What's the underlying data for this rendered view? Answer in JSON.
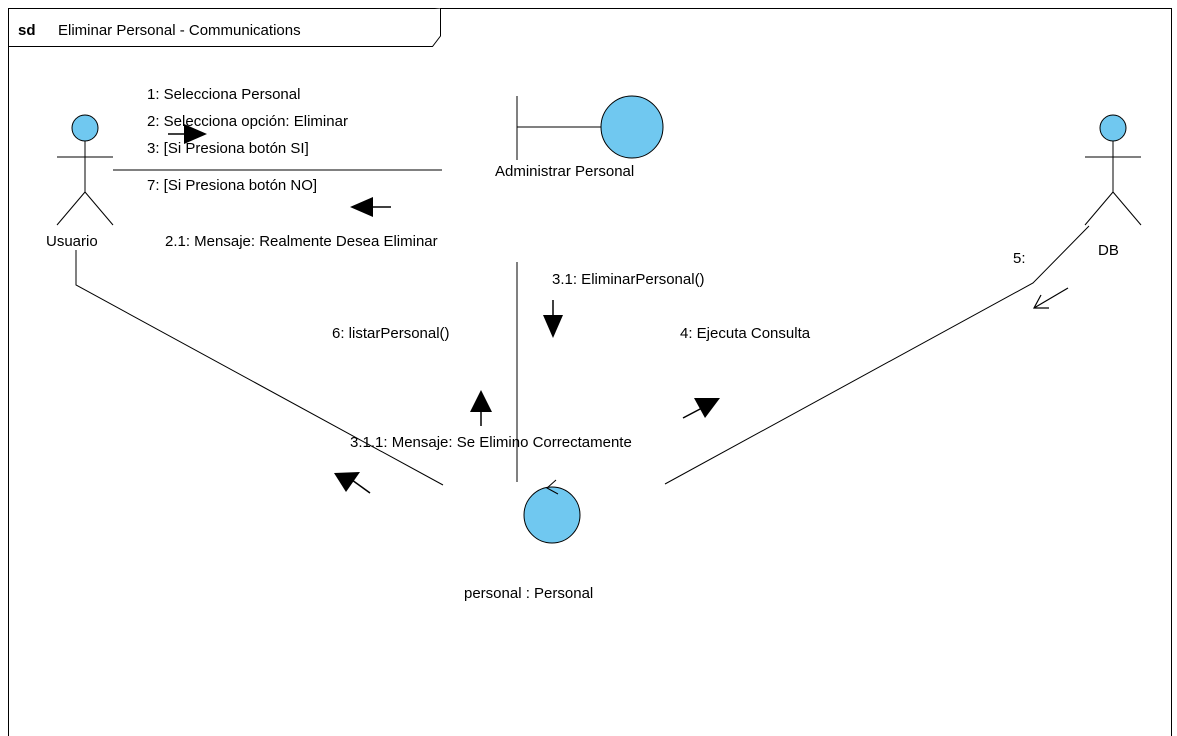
{
  "frame": {
    "keyword": "sd",
    "title": "Eliminar Personal - Communications"
  },
  "participants": {
    "usuario": "Usuario",
    "administrar": "Administrar Personal",
    "db": "DB",
    "personal": "personal : Personal"
  },
  "messages": {
    "m1": "1: Selecciona Personal",
    "m2": "2: Selecciona opción: Eliminar",
    "m3": "3: [Si Presiona botón  SI]",
    "m7": "7: [Si Presiona botón NO]",
    "m21": "2.1: Mensaje: Realmente Desea Eliminar",
    "m31": "3.1: EliminarPersonal()",
    "m5": "5:",
    "m6": "6: listarPersonal()",
    "m4": "4: Ejecuta Consulta",
    "m311": "3.1.1: Mensaje: Se Elimino Correctamente"
  },
  "colors": {
    "fill": "#70c8f0",
    "stroke": "#000000"
  }
}
